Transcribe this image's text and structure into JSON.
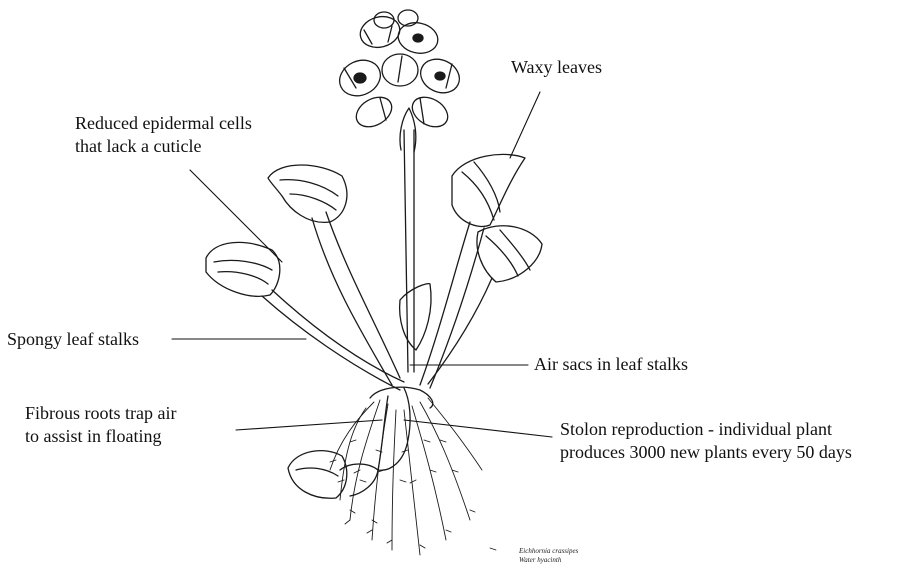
{
  "labels": {
    "waxy_leaves": "Waxy leaves",
    "epidermal_line1": "Reduced epidermal cells",
    "epidermal_line2": "that lack a cuticle",
    "spongy_stalks": "Spongy leaf stalks",
    "air_sacs": "Air sacs in leaf stalks",
    "roots_line1": "Fibrous roots trap air",
    "roots_line2": "to assist in floating",
    "stolon_line1": "Stolon reproduction - individual plant",
    "stolon_line2": "produces 3000 new plants every 50 days"
  },
  "caption": {
    "species": "Eichhornia crassipes",
    "common_name": "Water hyacinth"
  },
  "colors": {
    "ink": "#111111",
    "background": "#ffffff"
  }
}
